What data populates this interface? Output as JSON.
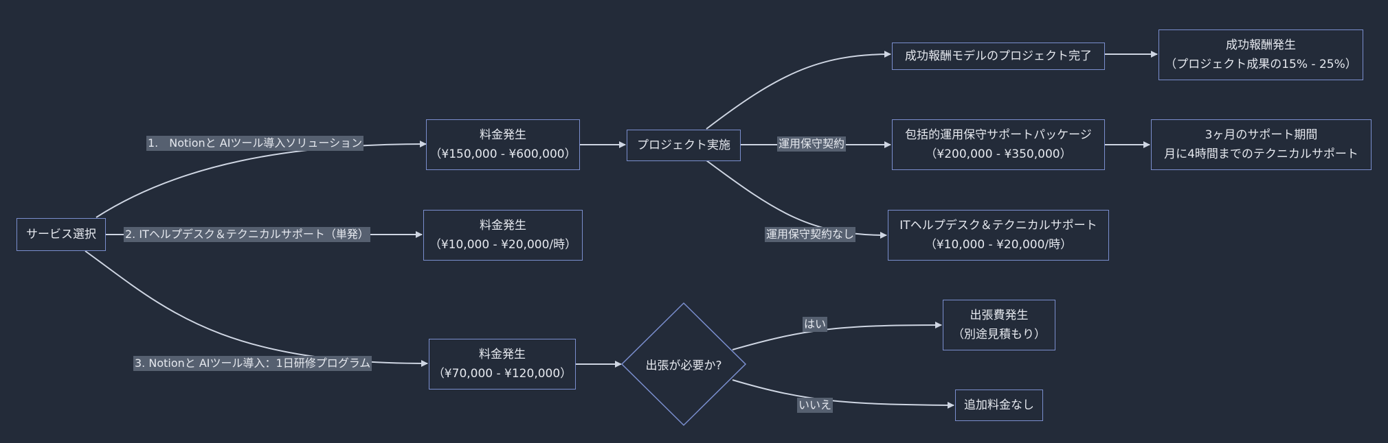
{
  "nodes": {
    "start": {
      "label": "サービス選択"
    },
    "fee1": {
      "line1": "料金発生",
      "line2": "（¥150,000 - ¥600,000）"
    },
    "fee2": {
      "line1": "料金発生",
      "line2": "（¥10,000 - ¥20,000/時）"
    },
    "fee3": {
      "line1": "料金発生",
      "line2": "（¥70,000 - ¥120,000）"
    },
    "project": {
      "label": "プロジェクト実施"
    },
    "success_done": {
      "label": "成功報酬モデルのプロジェクト完了"
    },
    "success_fee": {
      "line1": "成功報酬発生",
      "line2": "（プロジェクト成果の15% - 25%）"
    },
    "package": {
      "line1": "包括的運用保守サポートパッケージ",
      "line2": "（¥200,000 - ¥350,000）"
    },
    "support_period": {
      "line1": "3ヶ月のサポート期間",
      "line2": "月に4時間までのテクニカルサポート"
    },
    "it_support": {
      "line1": "ITヘルプデスク＆テクニカルサポート",
      "line2": "（¥10,000 - ¥20,000/時）"
    },
    "trip_q": {
      "label": "出張が必要か?"
    },
    "trip_fee": {
      "line1": "出張費発生",
      "line2": "（別途見積もり）"
    },
    "no_fee": {
      "label": "追加料金なし"
    }
  },
  "edge_labels": {
    "e1": "1.　Notionと AIツール導入ソリューション",
    "e2": "2. ITヘルプデスク＆テクニカルサポート（単発）",
    "e3": "3. Notionと AIツール導入：1日研修プログラム",
    "contract": "運用保守契約",
    "no_contract": "運用保守契約なし",
    "yes": "はい",
    "no": "いいえ"
  },
  "colors": {
    "background": "#232b39",
    "node_border": "#7b8fcf",
    "edge": "#cfd6e3",
    "edge_label_bg": "#566070",
    "text": "#e6e9ef"
  }
}
